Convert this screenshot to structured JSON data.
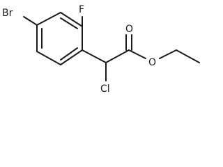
{
  "atoms": {
    "bromine": "Br",
    "fluorine": "F",
    "chlorine": "Cl",
    "carbonyl_oxygen": "O",
    "ester_oxygen": "O"
  }
}
